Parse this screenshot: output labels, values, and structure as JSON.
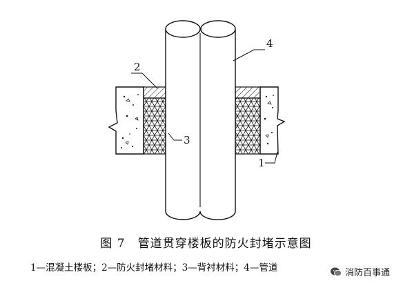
{
  "callouts": {
    "c1": "1",
    "c2": "2",
    "c3": "3",
    "c4": "4"
  },
  "caption": {
    "title": "图 7　管道贯穿楼板的防火封堵示意图",
    "legend": "1—混凝土楼板；2—防火封堵材料；3—背衬材料；4—管道"
  },
  "watermark": {
    "text": "消防百事通",
    "icon": "wechat-logo-icon"
  },
  "colors": {
    "line": "#111111",
    "background": "#ffffff"
  }
}
